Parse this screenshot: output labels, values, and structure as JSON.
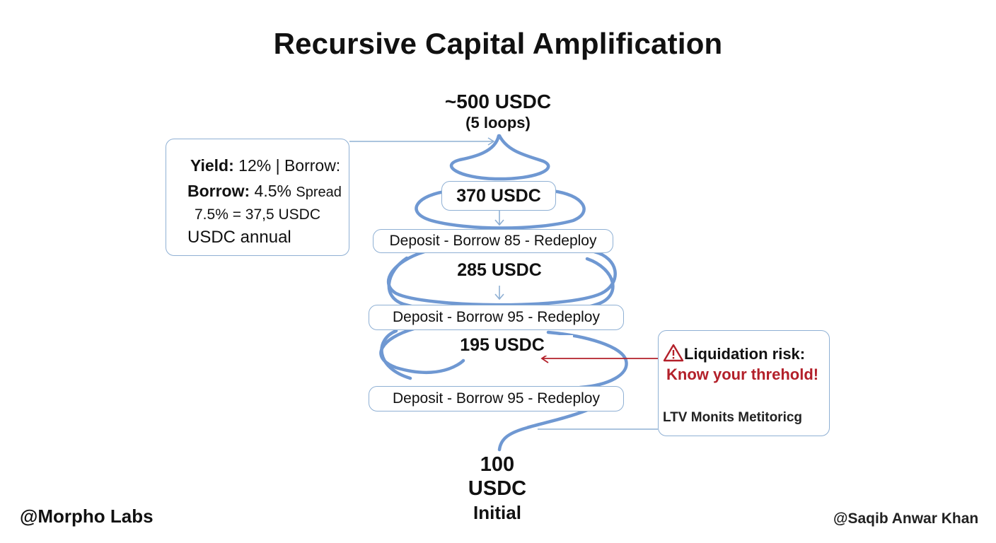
{
  "title": "Recursive Capital Amplification",
  "top": {
    "amount": "~500 USDC",
    "loops": "(5 loops)"
  },
  "levels": [
    {
      "amount": "370 USDC",
      "action": "Deposit - Borrow 85 - Redeploy"
    },
    {
      "amount": "285 USDC",
      "action": "Deposit - Borrow 95 - Redeploy"
    },
    {
      "amount": "195 USDC",
      "action": "Deposit - Borrow 95 - Redeploy"
    }
  ],
  "bottom": {
    "line1": "100",
    "line2": "USDC",
    "line3": "Initial"
  },
  "yield_box": {
    "line1_bold": "Yield:",
    "line1_rest": " 12% | Borrow:",
    "line2_bold": "Borrow:",
    "line2_value": " 4.5% ",
    "line2_small": "Spread",
    "line3": "7.5% = 37,5 USDC",
    "line4": "USDC annual"
  },
  "risk_box": {
    "title": "Liquidation risk:",
    "subtitle": "Know your threhold!",
    "note": "LTV Monits Metitoricg"
  },
  "footer": {
    "left": "@Morpho Labs",
    "right": "@Saqib Anwar Khan"
  },
  "colors": {
    "spiral": "#6f98d2",
    "border": "#8fb0d4",
    "risk": "#b3202a",
    "text": "#111111"
  },
  "icons": {
    "warning": "warning-triangle-icon"
  }
}
